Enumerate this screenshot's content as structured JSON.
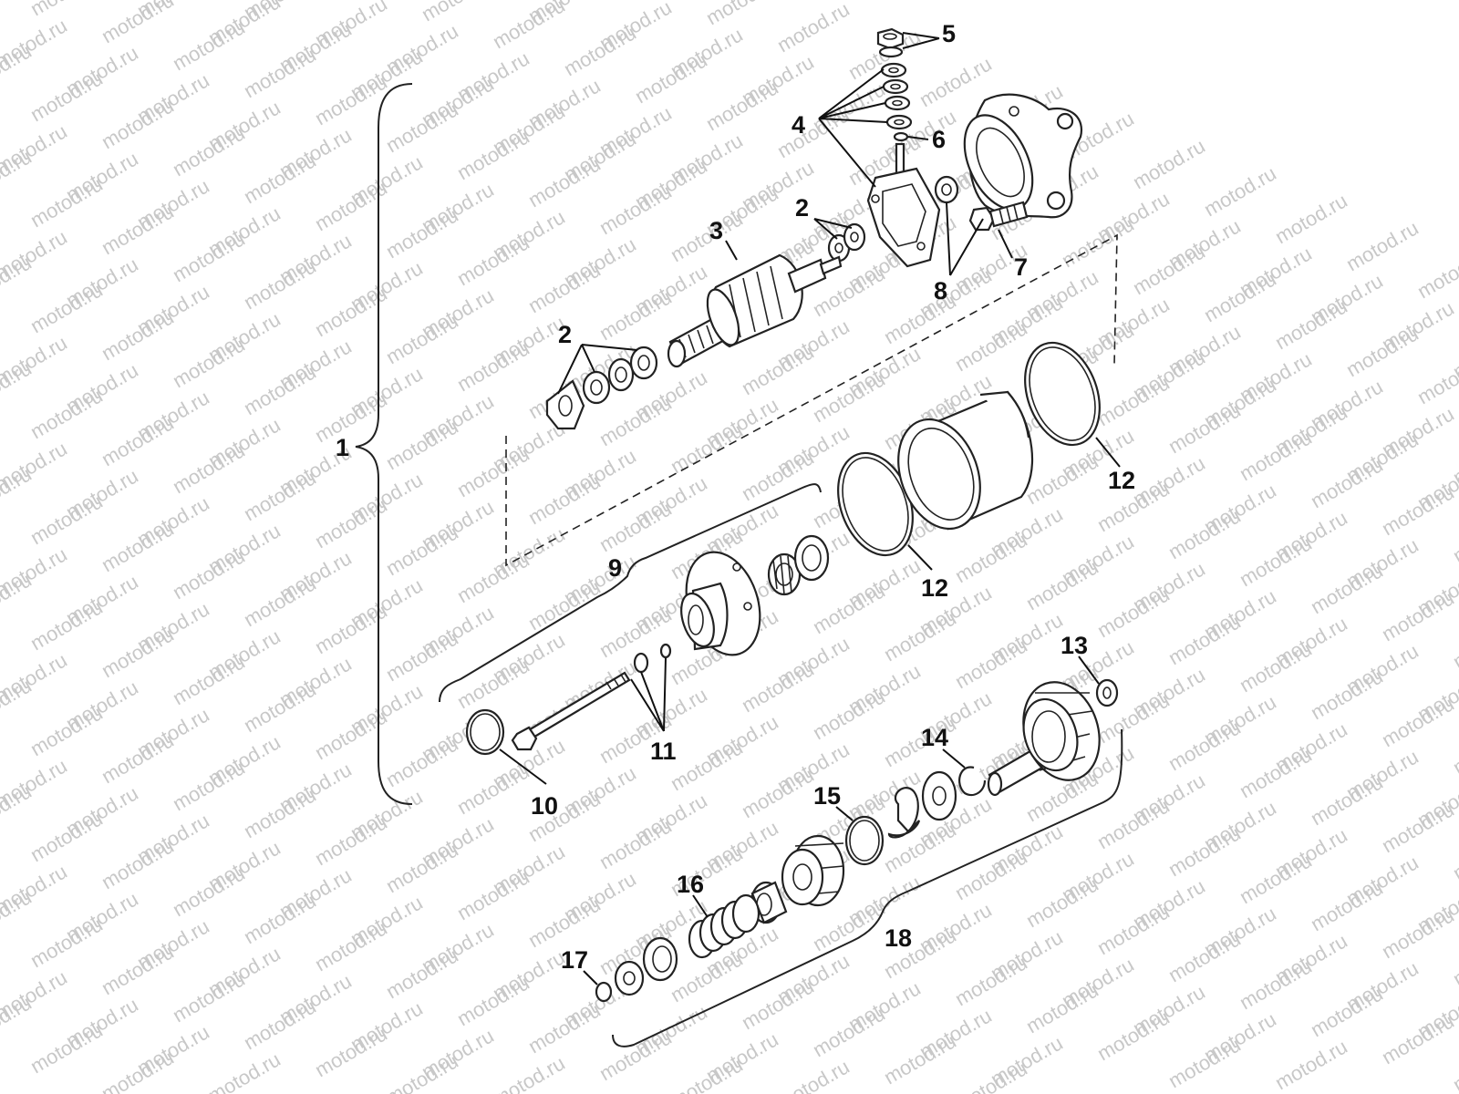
{
  "watermark": {
    "text": "motod.ru",
    "color": "#c8c8c8"
  },
  "callouts": {
    "c1": "1",
    "c2a": "2",
    "c2b": "2",
    "c3": "3",
    "c4": "4",
    "c5": "5",
    "c6": "6",
    "c7": "7",
    "c8": "8",
    "c9": "9",
    "c10": "10",
    "c11": "11",
    "c12a": "12",
    "c12b": "12",
    "c13": "13",
    "c14": "14",
    "c15": "15",
    "c16": "16",
    "c17": "17",
    "c18": "18"
  }
}
